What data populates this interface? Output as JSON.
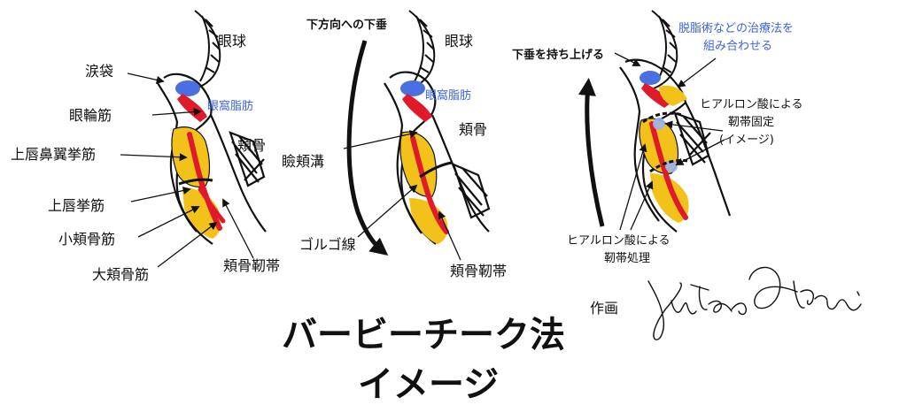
{
  "panels": [
    {
      "labels": {
        "eyeball": "眼球",
        "tear_trough": "涙袋",
        "orbicularis": "眼輪筋",
        "orbital_fat": "眼窩脂肪",
        "lalaes": "上唇鼻翼挙筋",
        "zygoma": "頬骨",
        "lls": "上唇挙筋",
        "zmi": "小頬骨筋",
        "zma": "大頬骨筋",
        "zyg_lig": "頬骨靭帯"
      }
    },
    {
      "labels": {
        "downward": "下方向への下垂",
        "eyeball": "眼球",
        "orbital_fat": "眼窩脂肪",
        "zygoma": "頬骨",
        "lidcheek": "瞼頬溝",
        "golgo": "ゴルゴ線",
        "zyg_lig": "頬骨靭帯"
      }
    },
    {
      "labels": {
        "lift": "下垂を持ち上げる",
        "combine_1": "脱脂術などの治療法を",
        "combine_2": "組み合わせる",
        "fix_1": "ヒアルロン酸による",
        "fix_2": "靭帯固定",
        "fix_3": "(イメージ)",
        "treat_1": "ヒアルロン酸による",
        "treat_2": "靭帯処理"
      }
    }
  ],
  "title_line1": "バービーチーク法",
  "title_line2": "イメージ",
  "credit_label": "作画",
  "colors": {
    "fat_blue": "#4a6fe0",
    "muscle_red": "#e0192b",
    "fat_yellow": "#f2c21b",
    "ink": "#111111",
    "blue_text": "#3b63e6"
  }
}
